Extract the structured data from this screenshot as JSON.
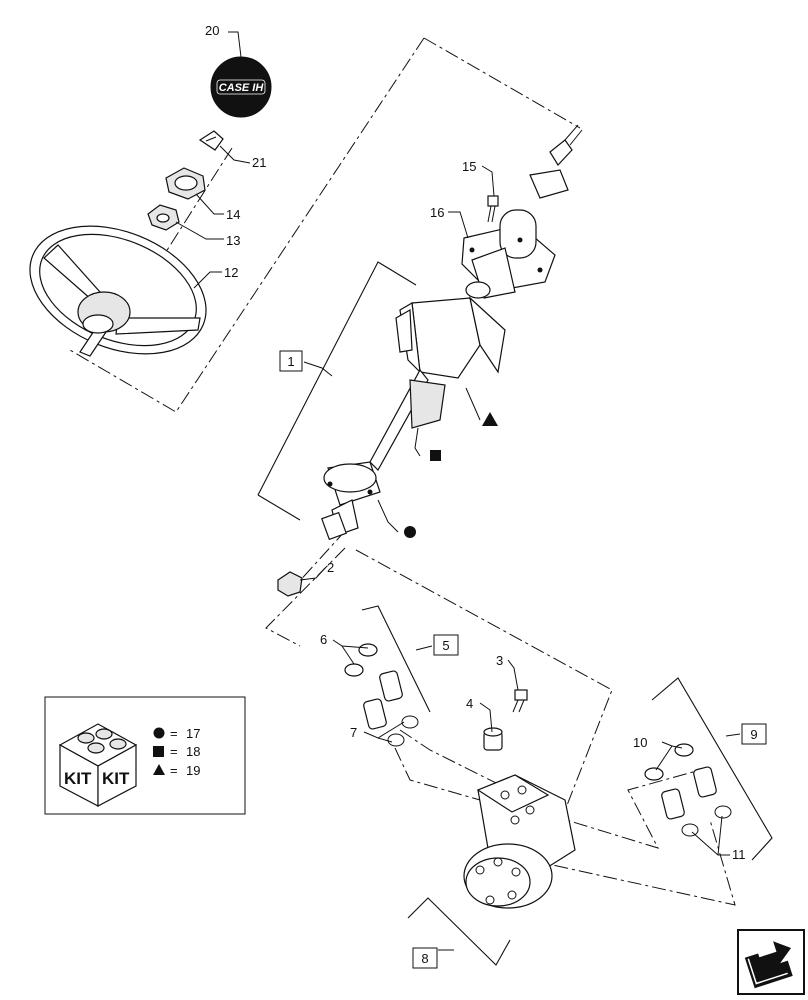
{
  "callouts": {
    "c1": "1",
    "c2": "2",
    "c3": "3",
    "c4": "4",
    "c5": "5",
    "c6": "6",
    "c7": "7",
    "c8": "8",
    "c9": "9",
    "c10": "10",
    "c11": "11",
    "c12": "12",
    "c13": "13",
    "c14": "14",
    "c15": "15",
    "c16": "16",
    "c20": "20",
    "c21": "21"
  },
  "logo": {
    "text": "CASE IH"
  },
  "kit_legend": {
    "kit_label_left": "KIT",
    "kit_label_right": "KIT",
    "rows": [
      {
        "symbol": "circle-icon",
        "equals": "=",
        "value": "17"
      },
      {
        "symbol": "square-icon",
        "equals": "=",
        "value": "18"
      },
      {
        "symbol": "triangle-icon",
        "equals": "=",
        "value": "19"
      }
    ]
  },
  "nav": {
    "icon": "next-page-arrow-icon"
  }
}
